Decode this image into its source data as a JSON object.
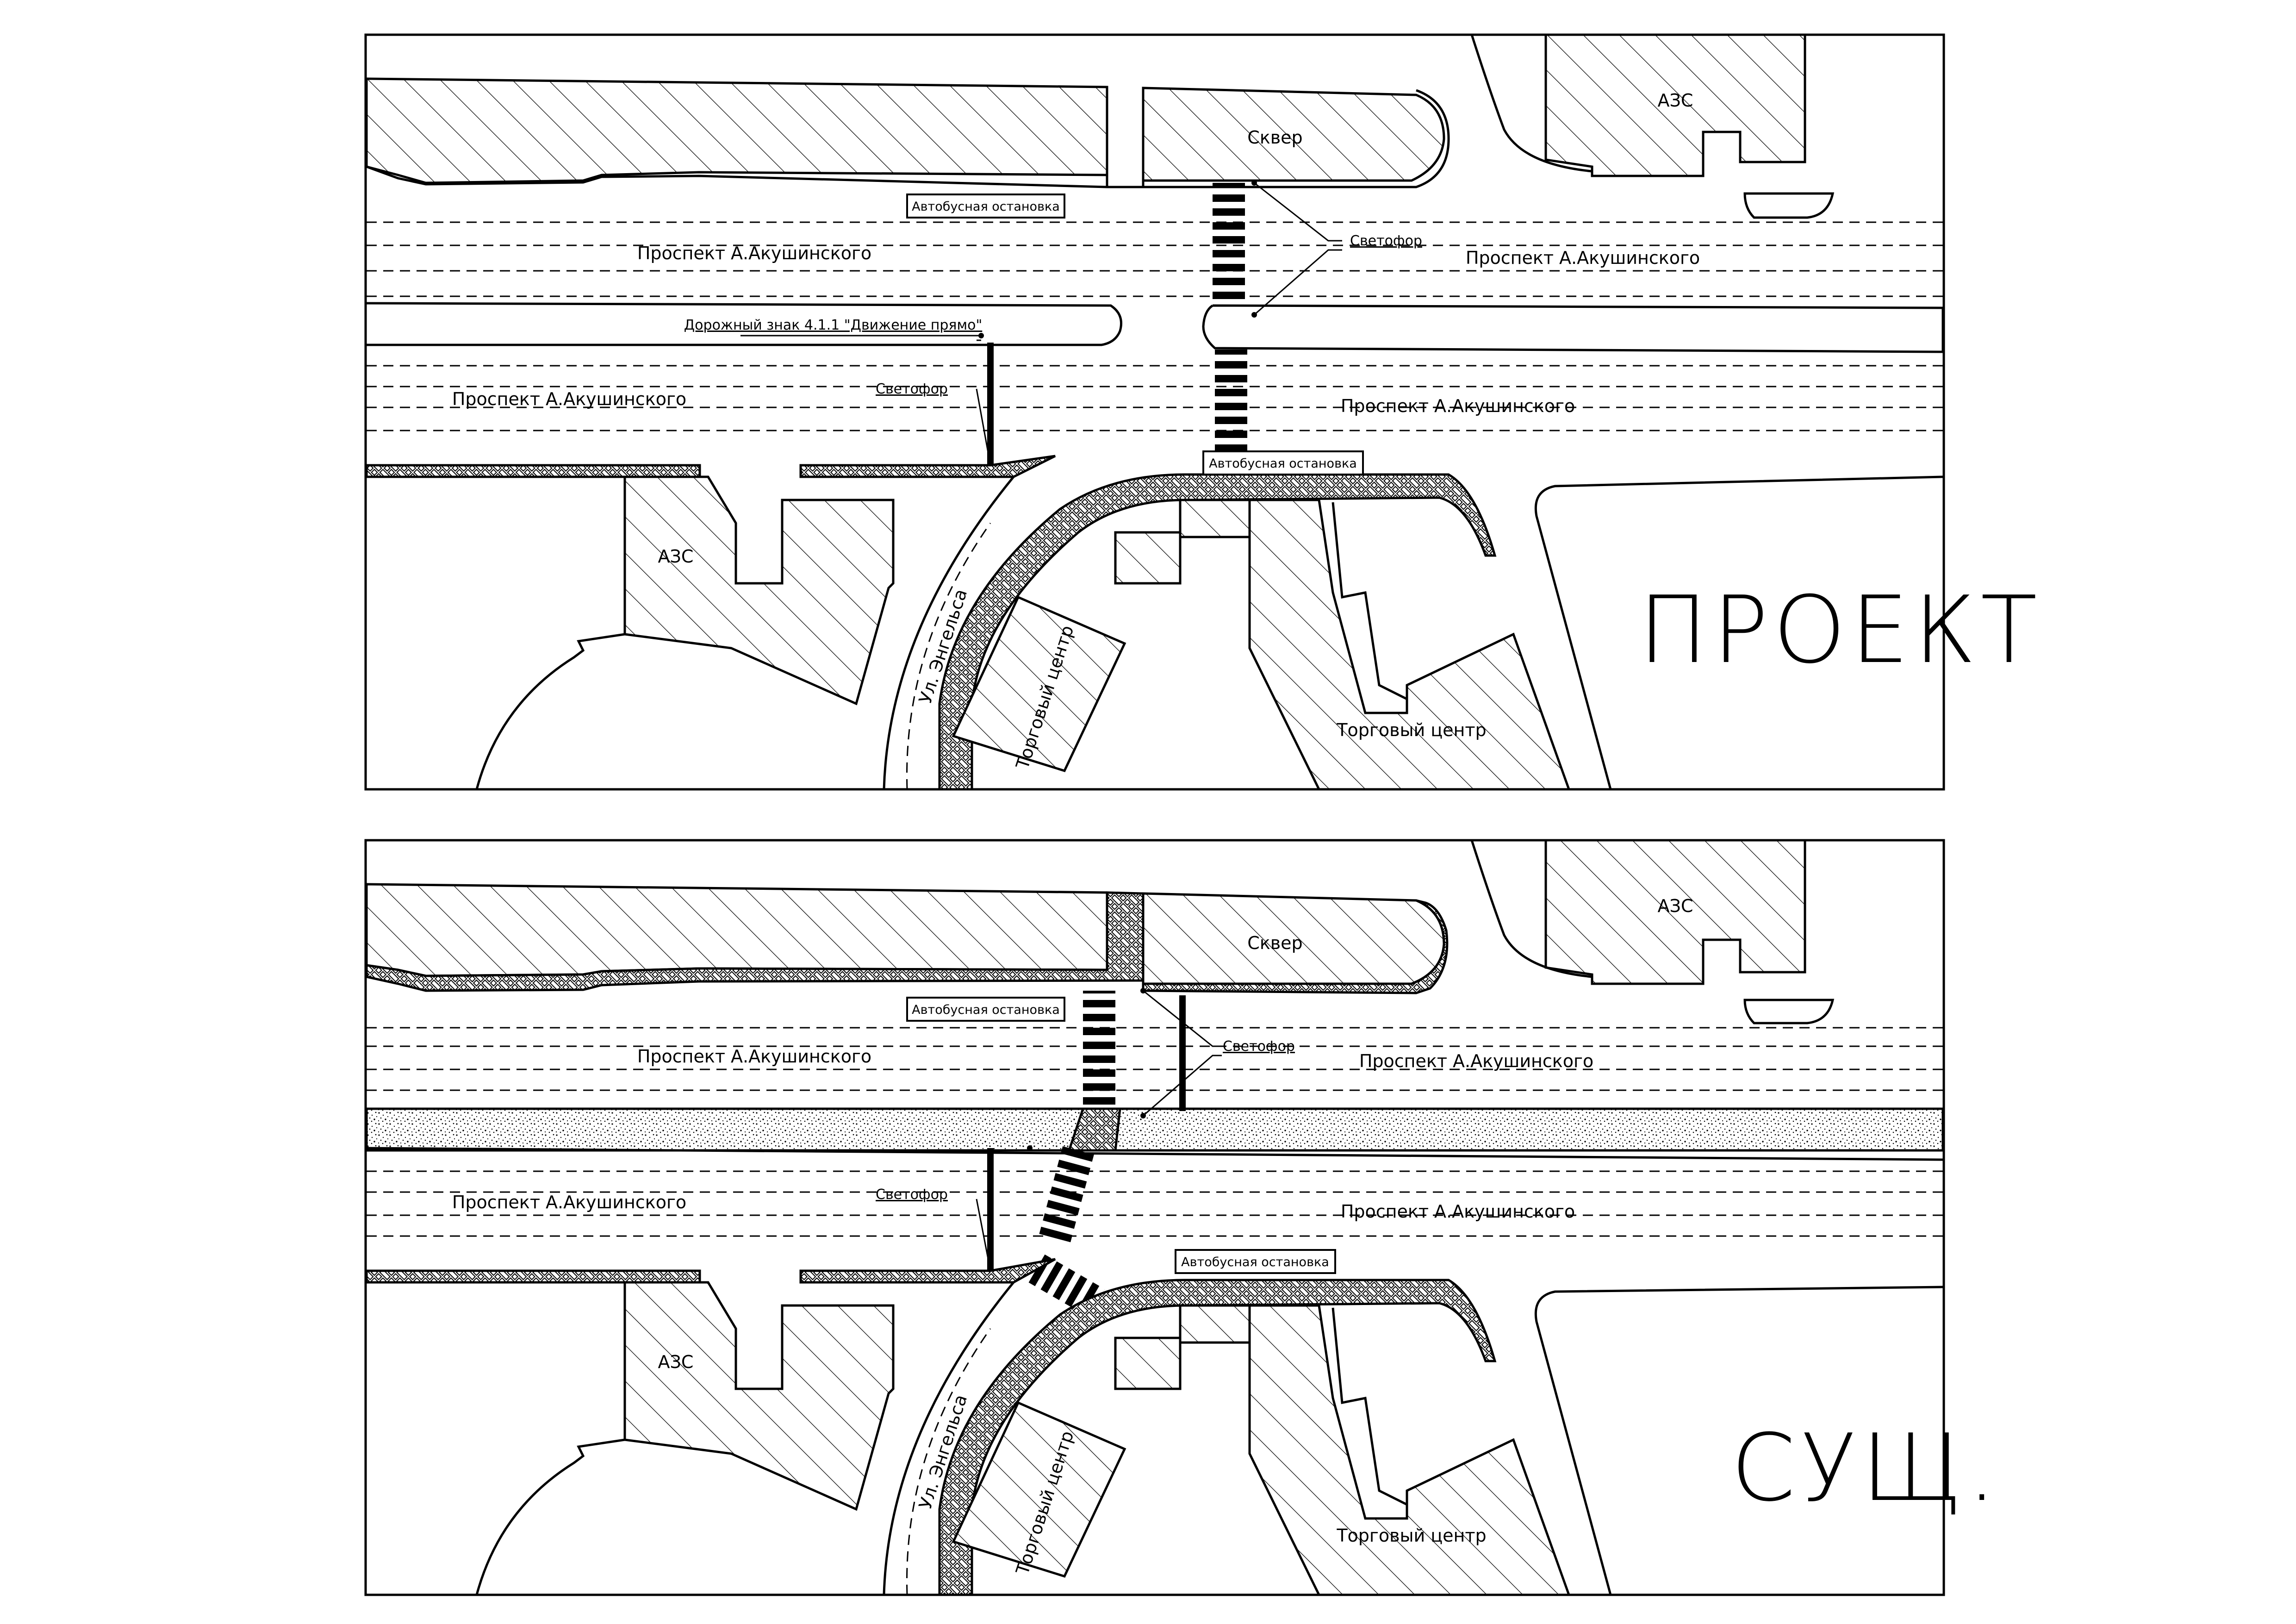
{
  "panels": {
    "top": {
      "stamp": "ПРОЕКТ",
      "square": "Сквер",
      "gas_station_right": "АЗС",
      "gas_station_left": "АЗС",
      "bus_stop_upper": "Автобусная остановка",
      "bus_stop_lower": "Автобусная остановка",
      "traffic_light_right": "Светофор",
      "traffic_light_left": "Светофор",
      "road_sign": "Дорожный знак 4.1.1 \"Движение прямо\"",
      "avenue_upper_left": "Проспект А.Акушинского",
      "avenue_upper_right": "Проспект А.Акушинского",
      "avenue_lower_left": "Проспект А.Акушинского",
      "avenue_lower_right": "Проспект А.Акушинского",
      "street": "Ул. Энгельса",
      "mall_rotated": "Торговый центр",
      "mall": "Торговый центр"
    },
    "bottom": {
      "stamp": "СУЩ.",
      "square": "Сквер",
      "gas_station_right": "АЗС",
      "gas_station_left": "АЗС",
      "bus_stop_upper": "Автобусная остановка",
      "bus_stop_lower": "Автобусная остановка",
      "traffic_light_right": "Светофор",
      "traffic_light_left": "Светофор",
      "avenue_upper_left": "Проспект А.Акушинского",
      "avenue_upper_right": "Проспект А.Акушинского",
      "avenue_lower_left": "Проспект А.Акушинского",
      "avenue_lower_right": "Проспект А.Акушинского",
      "street": "Ул. Энгельса",
      "mall_rotated": "Торговый центр",
      "mall": "Торговый центр"
    }
  },
  "legend_patterns": [
    "hatch",
    "paving-tiles",
    "gravel"
  ]
}
